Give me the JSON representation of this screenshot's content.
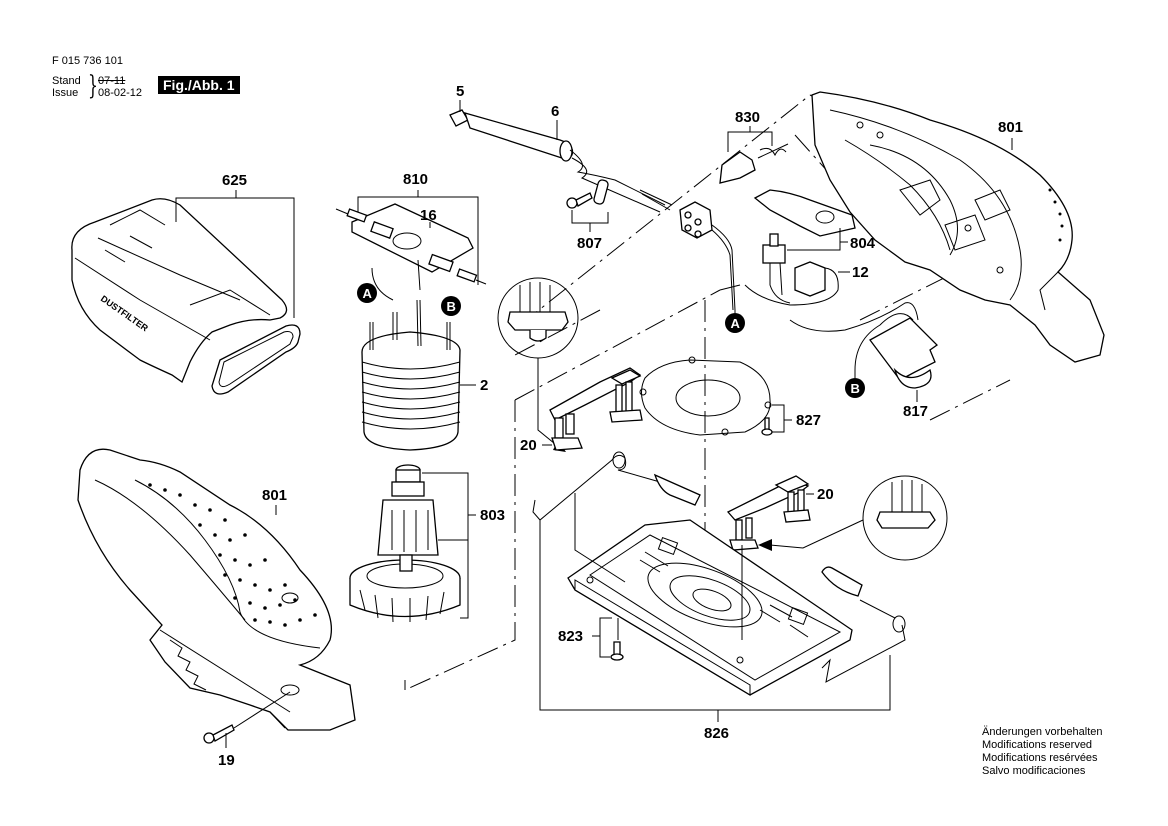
{
  "header": {
    "document_number": "F 015 736 101",
    "stand_label": "Stand",
    "issue_label": "Issue",
    "stand_date_struck": "07-11",
    "issue_date": "08-02-12",
    "figure_label": "Fig./Abb. 1"
  },
  "notes": [
    "Änderungen vorbehalten",
    "Modifications reserved",
    "Modifications resérvées",
    "Salvo modificaciones"
  ],
  "parts": {
    "p5": "5",
    "p6": "6",
    "p830": "830",
    "p801_top": "801",
    "p625": "625",
    "p810": "810",
    "p16": "16",
    "p807": "807",
    "p804": "804",
    "p12": "12",
    "p2": "2",
    "p827": "827",
    "p817": "817",
    "p20_left": "20",
    "p20_right": "20",
    "p801_bottom": "801",
    "p803": "803",
    "p823": "823",
    "p826": "826",
    "p19": "19"
  },
  "connectors": {
    "a_left": "A",
    "b_left": "B",
    "a_right": "A",
    "b_right": "B"
  },
  "dust_filter_text": "DUSTFILTER"
}
